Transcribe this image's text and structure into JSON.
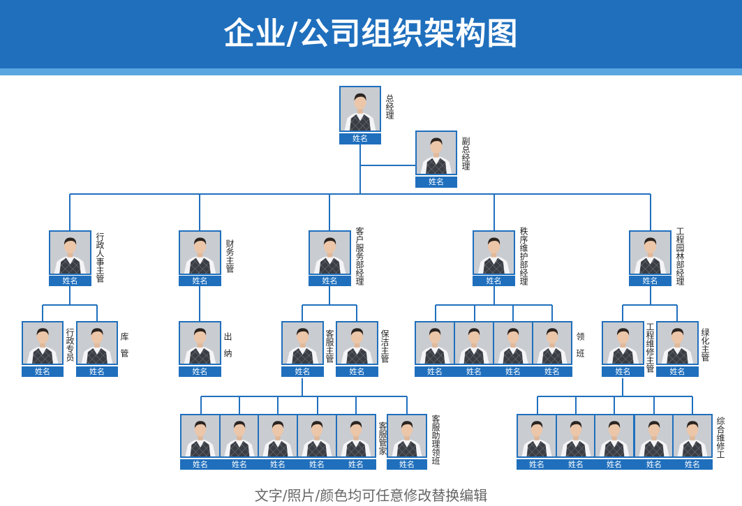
{
  "title": "企业/公司组织架构图",
  "footer": "文字/照片/颜色均可任意修改替换编辑",
  "name_placeholder": "姓名",
  "colors": {
    "primary": "#1f6fbd",
    "stripe": "#5aa6e0",
    "line": "#1f6fbd"
  },
  "roles": {
    "gm": "总经理",
    "vgm": "副总经理",
    "admin_hr": "行政人事主管",
    "finance": "财务主管",
    "cs_manager": "客户服务部经理",
    "order_manager": "秩序维护部经理",
    "landscape_manager": "工程园林部经理",
    "admin_clerk": "行政专员",
    "warehouse": "库　管",
    "cashier": "出　纳",
    "cs_supervisor": "客服主管",
    "cleaning": "保洁主管",
    "squad_leader": "领　班",
    "engineering": "工程维修主管",
    "greening": "绿化主管",
    "cs_steward": "客服管家",
    "cs_assistant": "客服助理领班",
    "maintenance": "综合维修工"
  }
}
